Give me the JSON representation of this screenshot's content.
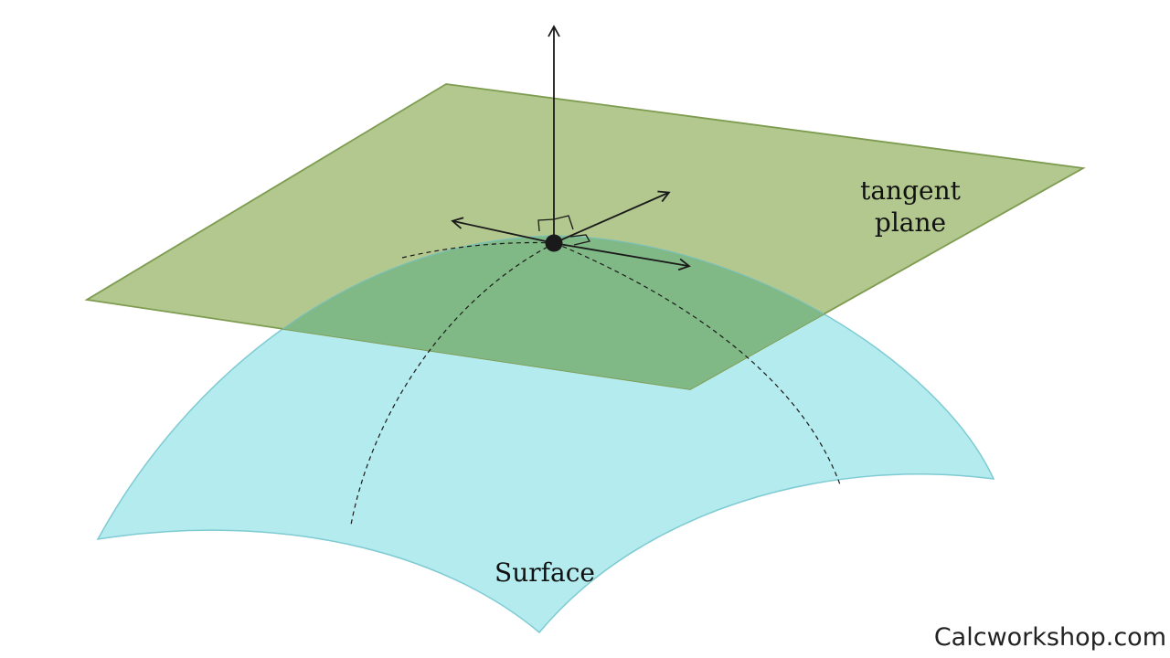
{
  "diagram": {
    "labels": {
      "plane_line1": "tangent",
      "plane_line2": "plane",
      "surface": "Surface",
      "watermark": "Calcworkshop.com"
    },
    "colors": {
      "surface_fill": "#b4ebee",
      "surface_stroke": "#7fcbd3",
      "plane_fill": "#a8c382",
      "plane_stroke": "#7e9c50",
      "overlap_fill": "#80b886",
      "ink": "#1a1a1a"
    }
  }
}
